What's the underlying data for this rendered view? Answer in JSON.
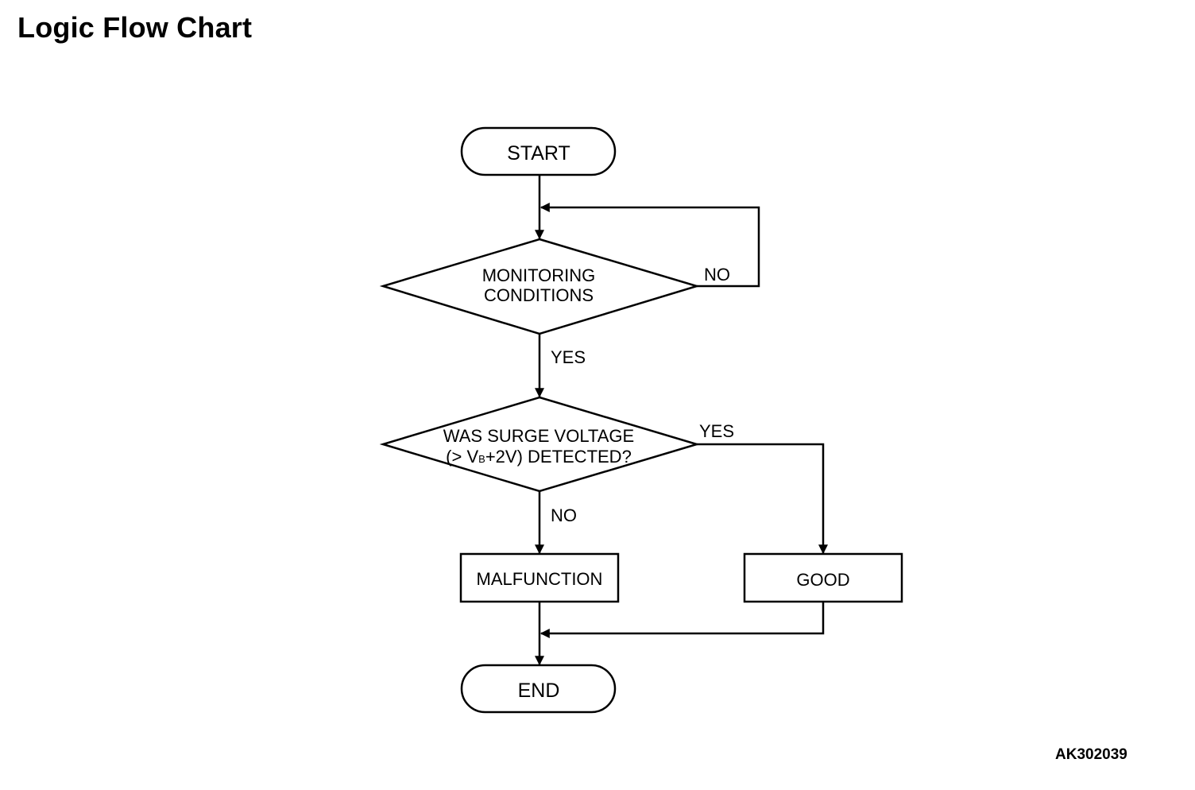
{
  "title": "Logic Flow Chart",
  "figure_id": "AK302039",
  "nodes": {
    "start": "START",
    "monitoring": [
      "MONITORING",
      "CONDITIONS"
    ],
    "surge": {
      "line1": "WAS SURGE VOLTAGE",
      "line2_prefix": "(> V",
      "line2_sub": "B",
      "line2_suffix": "+2V) DETECTED?"
    },
    "malfunction": "MALFUNCTION",
    "good": "GOOD",
    "end": "END"
  },
  "branches": {
    "monitoring_no": "NO",
    "monitoring_yes": "YES",
    "surge_yes": "YES",
    "surge_no": "NO"
  }
}
